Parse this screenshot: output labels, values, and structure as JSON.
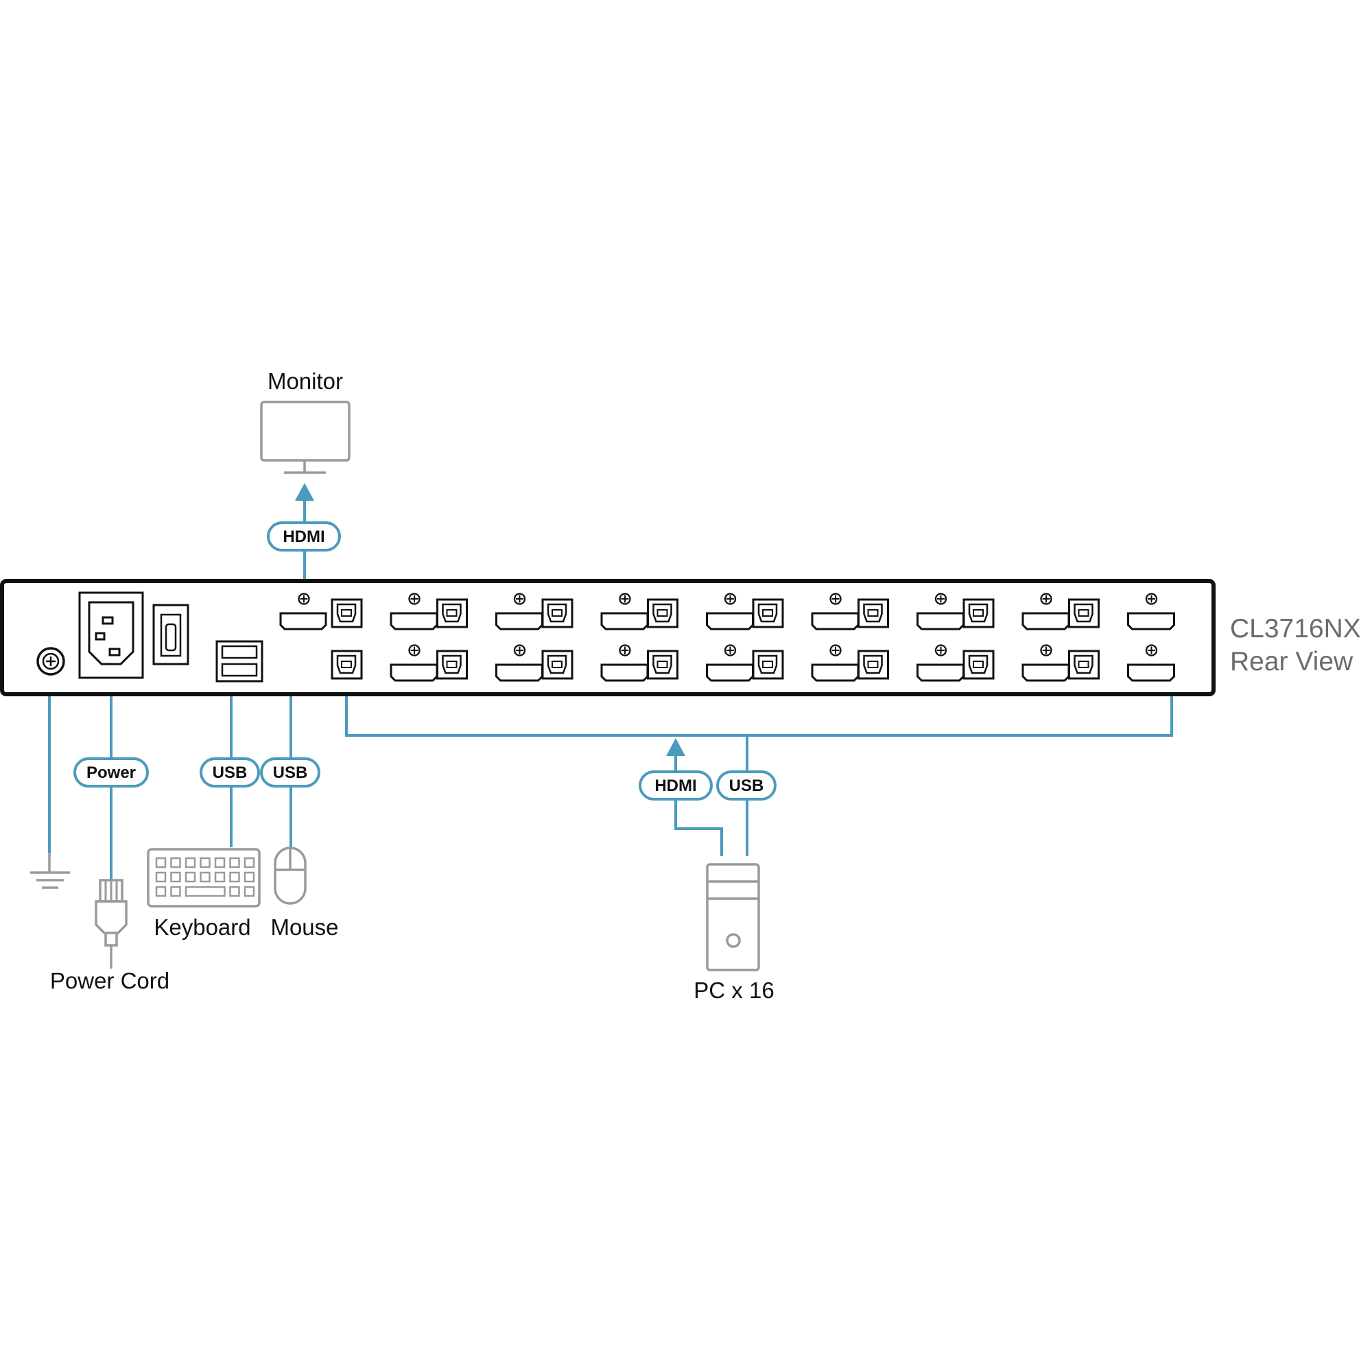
{
  "device": {
    "model": "CL3716NX",
    "view": "Rear View",
    "kvm_port_count": 16
  },
  "devices": {
    "monitor": "Monitor",
    "keyboard": "Keyboard",
    "mouse": "Mouse",
    "power_cord": "Power Cord",
    "pc": "PC x 16"
  },
  "cables": {
    "monitor_link": "HDMI",
    "power_link": "Power",
    "keyboard_link": "USB",
    "mouse_link": "USB",
    "pc_video_link": "HDMI",
    "pc_usb_link": "USB"
  },
  "colors": {
    "cable": "#4a9bbd",
    "chassis": "#111111",
    "peripheral_outline": "#9a9a9a",
    "model_text": "#6b6b6b"
  }
}
